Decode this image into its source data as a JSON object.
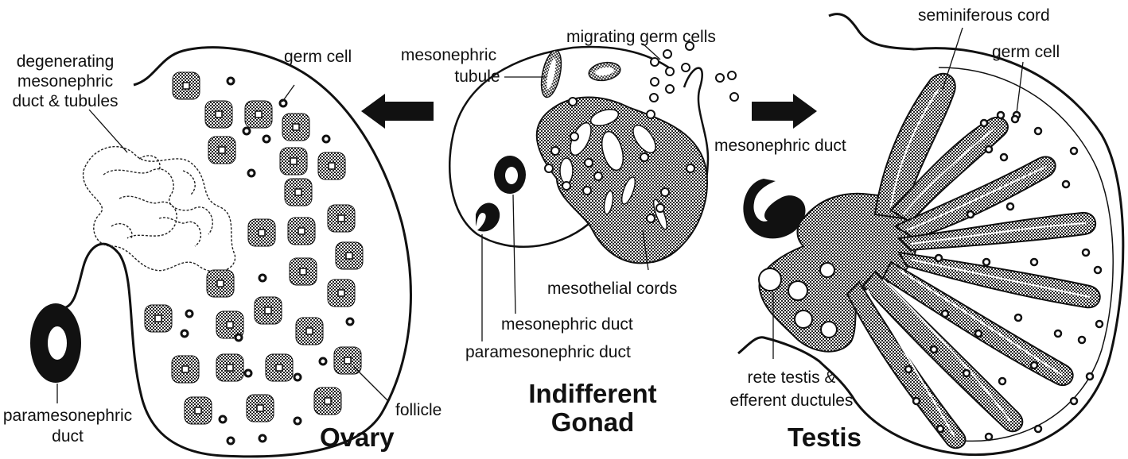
{
  "ovary": {
    "title": "Ovary",
    "labels": {
      "degenerating_1": "degenerating",
      "degenerating_2": "mesonephric",
      "degenerating_3": "duct & tubules",
      "germ_cell": "germ cell",
      "paramesonephric_1": "paramesonephric",
      "paramesonephric_2": "duct",
      "follicle": "follicle"
    }
  },
  "indifferent": {
    "title_line1": "Indifferent",
    "title_line2": "Gonad",
    "labels": {
      "mesonephric_tubule_1": "mesonephric",
      "mesonephric_tubule_2": "tubule",
      "migrating": "migrating germ cells",
      "mesothelial": "mesothelial cords",
      "mesonephric_duct": "mesonephric duct",
      "paramesonephric_duct": "paramesonephric duct"
    }
  },
  "testis": {
    "title": "Testis",
    "labels": {
      "seminiferous": "seminiferous cord",
      "germ_cell": "germ cell",
      "mesonephric_duct": "mesonephric duct",
      "rete_1": "rete testis &",
      "rete_2": "efferent ductules"
    }
  },
  "colors": {
    "ink": "#111111",
    "fill": "#ffffff"
  }
}
